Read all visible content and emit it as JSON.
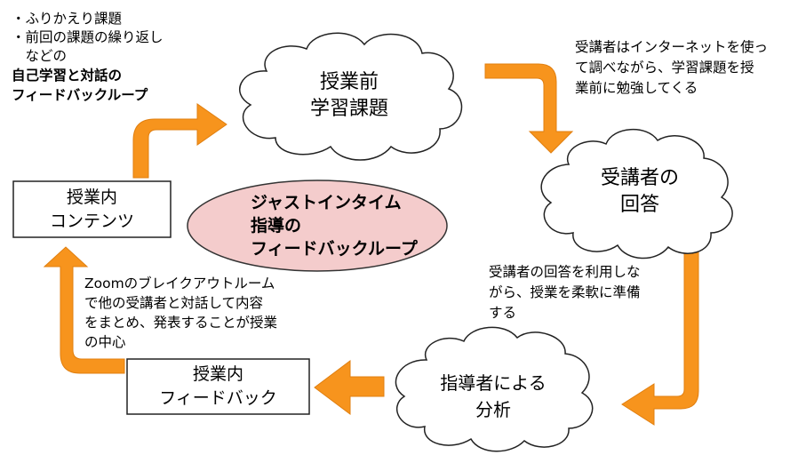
{
  "top_left_note": {
    "lines": [
      "・ふりかえり課題",
      "・前回の課題の繰り返し",
      "　などの"
    ],
    "bold_lines": [
      "自己学習と対話の",
      "フィードバックループ"
    ]
  },
  "top_right_note": {
    "lines": [
      "受講者はインターネットを使っ",
      "て調べながら、学習課題を授",
      "業前に勉強してくる"
    ]
  },
  "middle_right_note": {
    "lines": [
      "受講者の回答を利用しな",
      "がら、授業を柔軟に準備",
      "する"
    ]
  },
  "bottom_left_note": {
    "lines": [
      "Zoomのブレイクアウトルーム",
      "で他の受講者と対話して内容",
      "をまとめ、発表することが授業",
      "の中心"
    ]
  },
  "nodes": {
    "pre_class": {
      "lines": [
        "授業前",
        "学習課題"
      ]
    },
    "answers": {
      "lines": [
        "受講者の",
        "回答"
      ]
    },
    "analysis": {
      "lines": [
        "指導者による",
        "分析"
      ]
    },
    "in_class_contents": {
      "lines": [
        "授業内",
        "コンテンツ"
      ]
    },
    "in_class_feedback": {
      "lines": [
        "授業内",
        "フィードバック"
      ]
    }
  },
  "center": {
    "lines": [
      "ジャストインタイム",
      "指導の",
      "フィードバックループ"
    ]
  },
  "colors": {
    "arrow": "#F7941D",
    "arrow_stroke": "#E07F10",
    "ellipse_fill": "#F4CCCC",
    "outline": "#222222"
  }
}
